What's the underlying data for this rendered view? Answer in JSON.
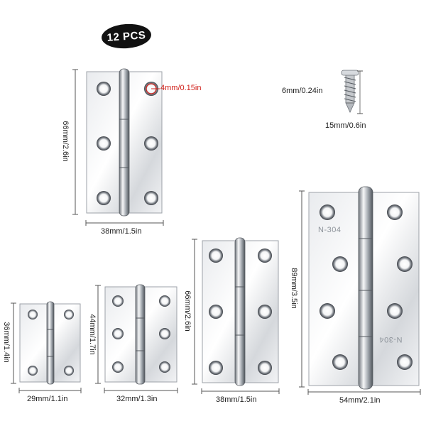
{
  "badge": "12 PCS",
  "screw": {
    "height_label": "6mm/0.24in",
    "length_label": "15mm/0.6in"
  },
  "hinges": [
    {
      "width_label": "38mm/1.5in",
      "height_label": "66mm/2.6in",
      "hole_label": "4mm/0.15in"
    },
    {
      "width_label": "29mm/1.1in",
      "height_label": "36mm/1.4in"
    },
    {
      "width_label": "32mm/1.3in",
      "height_label": "44mm/1.7in"
    },
    {
      "width_label": "38mm/1.5in",
      "height_label": "66mm/2.6in"
    },
    {
      "width_label": "54mm/2.1in",
      "height_label": "89mm/3.5in",
      "stamp": "N-304"
    }
  ],
  "colors": {
    "steel": "#c9ccd1",
    "accent": "#d0201a"
  }
}
